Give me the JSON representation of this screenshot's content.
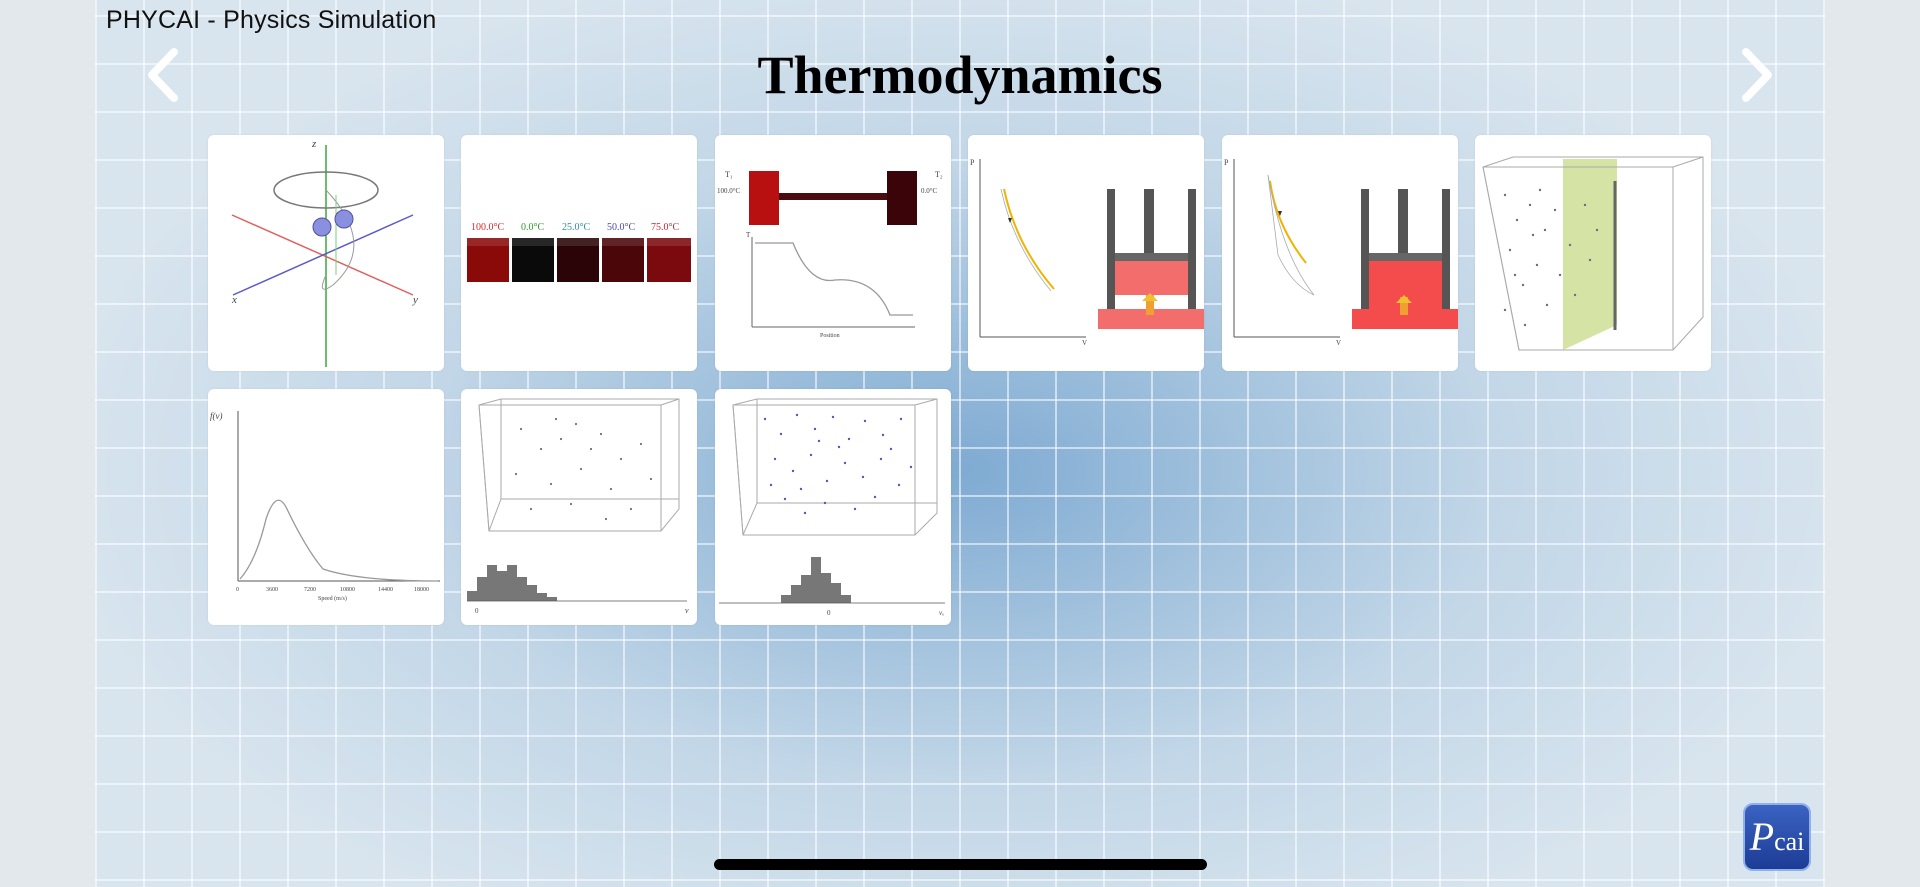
{
  "app": {
    "title": "PHYCAI - Physics Simulation"
  },
  "page": {
    "title": "Thermodynamics"
  },
  "nav": {
    "prev_icon": "chevron-left-icon",
    "next_icon": "chevron-right-icon"
  },
  "cards": {
    "temperature_blocks": {
      "labels": [
        "100.0°C",
        "0.0°C",
        "25.0°C",
        "50.0°C",
        "75.0°C"
      ],
      "label_colors": [
        "#d62a2a",
        "#2e9a2e",
        "#2a8fa0",
        "#4a47b0",
        "#c02a2a"
      ]
    },
    "heat_conduction": {
      "left_symbol": "T₁",
      "left_value": "100.0°C",
      "right_symbol": "T₂",
      "right_value": "0.0°C",
      "y_axis": "T",
      "x_axis": "Position"
    },
    "pv_diagram_1": {
      "y_axis": "P",
      "x_axis": "V"
    },
    "pv_diagram_2": {
      "y_axis": "P",
      "x_axis": "V"
    },
    "maxwell_distribution": {
      "y_axis": "f(v)",
      "ticks": [
        "0",
        "3600",
        "7200",
        "10800",
        "14400",
        "18000"
      ],
      "x_axis": "Speed (m/s)"
    },
    "speed_histogram": {
      "zero": "0",
      "x_axis": "v"
    },
    "velocity_histogram": {
      "zero": "0",
      "x_axis": "vₓ"
    },
    "molecule_3d": {
      "z": "z",
      "x": "x",
      "y": "y"
    }
  },
  "logo": {
    "main": "P",
    "sub": "cai"
  },
  "colors": {
    "accent_gold": "#f0b400",
    "piston_red": "#f46d6d",
    "wall_green": "#cbdc8f"
  }
}
